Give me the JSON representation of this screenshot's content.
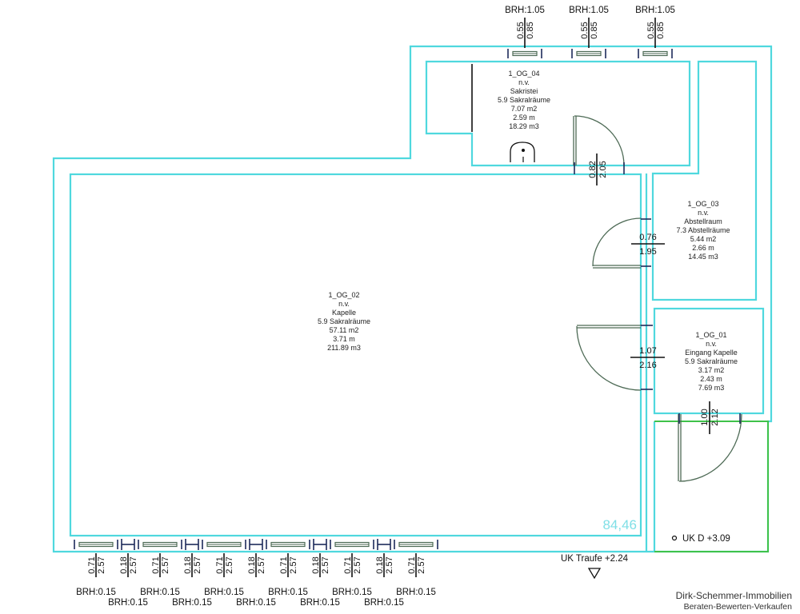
{
  "rooms": [
    {
      "id": "1_OG_04",
      "status": "n.v.",
      "name": "Sakristei",
      "category": "5.9 Sakralräume",
      "area": "7.07 m2",
      "height": "2.59 m",
      "volume": "18.29 m3"
    },
    {
      "id": "1_OG_03",
      "status": "n.v.",
      "name": "Abstellraum",
      "category": "7.3 Abstellräume",
      "area": "5.44 m2",
      "height": "2.66 m",
      "volume": "14.45 m3"
    },
    {
      "id": "1_OG_02",
      "status": "n.v.",
      "name": "Kapelle",
      "category": "5.9 Sakralräume",
      "area": "57.11 m2",
      "height": "3.71 m",
      "volume": "211.89 m3"
    },
    {
      "id": "1_OG_01",
      "status": "n.v.",
      "name": "Eingang Kapelle",
      "category": "5.9 Sakralräume",
      "area": "3.17 m2",
      "height": "2.43 m",
      "volume": "7.69 m3"
    }
  ],
  "top_windows": [
    {
      "brh": "BRH:1.05",
      "width": "0.55",
      "height": "0.85"
    },
    {
      "brh": "BRH:1.05",
      "width": "0.55",
      "height": "0.85"
    },
    {
      "brh": "BRH:1.05",
      "width": "0.55",
      "height": "0.85"
    }
  ],
  "bottom_openings": [
    {
      "brh": "BRH:0.15",
      "width": "0.71",
      "height": "2.57"
    },
    {
      "brh": "BRH:0.15",
      "width": "0.18",
      "height": "2.57"
    },
    {
      "brh": "BRH:0.15",
      "width": "0.71",
      "height": "2.57"
    },
    {
      "brh": "BRH:0.15",
      "width": "0.18",
      "height": "2.57"
    },
    {
      "brh": "BRH:0.15",
      "width": "0.71",
      "height": "2.57"
    },
    {
      "brh": "BRH:0.15",
      "width": "0.18",
      "height": "2.57"
    },
    {
      "brh": "BRH:0.15",
      "width": "0.71",
      "height": "2.57"
    },
    {
      "brh": "BRH:0.15",
      "width": "0.18",
      "height": "2.57"
    },
    {
      "brh": "BRH:0.15",
      "width": "0.71",
      "height": "2.57"
    },
    {
      "brh": "BRH:0.15",
      "width": "0.18",
      "height": "2.57"
    },
    {
      "brh": "BRH:0.15",
      "width": "0.71",
      "height": "2.57"
    }
  ],
  "doors": [
    {
      "width": "0.82",
      "height": "2.05"
    },
    {
      "width": "0.76",
      "height": "1.95"
    },
    {
      "width": "1.07",
      "height": "2.16"
    },
    {
      "width": "1.00",
      "height": "2.12"
    }
  ],
  "labels": {
    "total_area": "84,46",
    "uk_d": "UK D +3.09",
    "uk_traufe": "UK Traufe +2.24",
    "brand": "Dirk-Schemmer-Immobilien",
    "tagline": "Beraten-Bewerten-Verkaufen"
  },
  "colors": {
    "wall": "#4fd8de",
    "green_wall": "#3fc24a",
    "door": "#4d6a55"
  }
}
